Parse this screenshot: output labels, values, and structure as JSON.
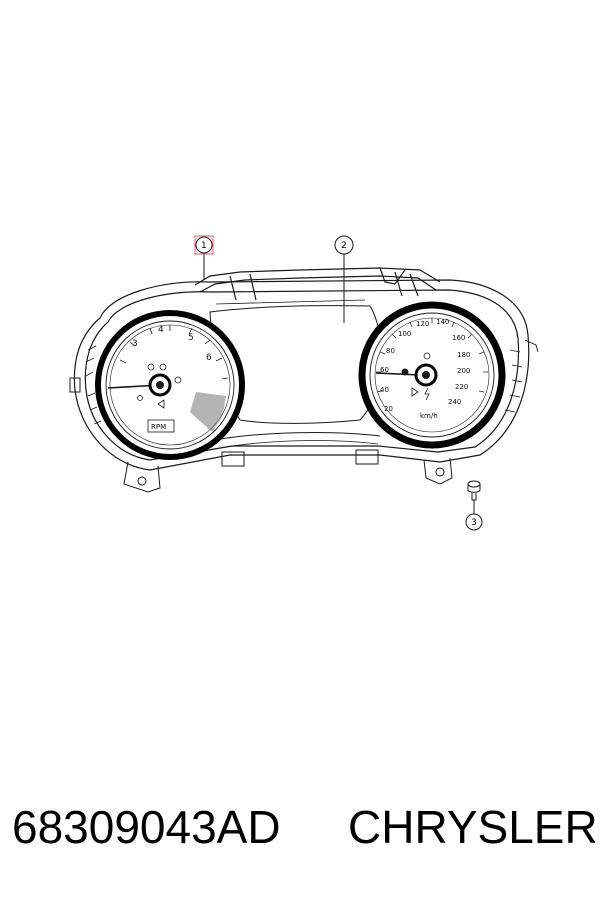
{
  "callouts": [
    {
      "label": "1",
      "highlight_color": "#e05a6a"
    },
    {
      "label": "2"
    },
    {
      "label": "3"
    }
  ],
  "tachometer": {
    "numbers": [
      "3",
      "4",
      "5",
      "6"
    ],
    "label": "RPM"
  },
  "speedometer": {
    "numbers": [
      "20",
      "40",
      "60",
      "80",
      "100",
      "120",
      "140",
      "160",
      "180",
      "200",
      "220",
      "240"
    ],
    "unit": "km/h"
  },
  "footer": {
    "part_number": "68309043AD",
    "brand": "CHRYSLER"
  },
  "colors": {
    "line": "#1a1a1a",
    "gauge_ring": "#000000",
    "highlight": "#e05a6a"
  }
}
